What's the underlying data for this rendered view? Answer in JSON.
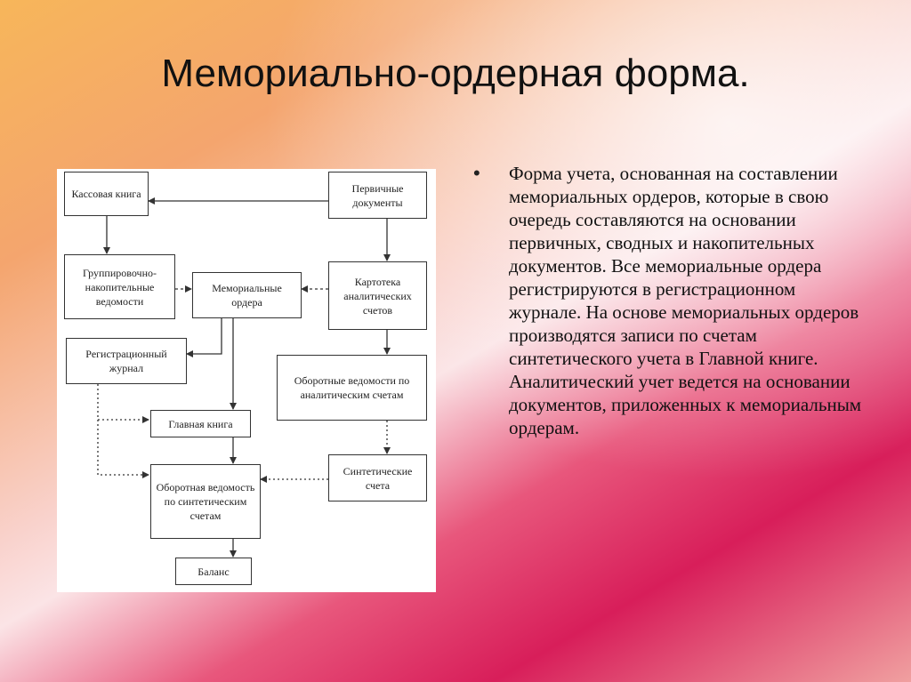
{
  "slide": {
    "title": "Мемориально-ордерная форма.",
    "bullet_text": "Форма учета, основанная на составлении мемориальных ордеров, которые в свою очередь составляются на основании первичных, сводных и накопительных документов. Все мемориальные ордера регистрируются в регистрационном журнале. На основе мемориальных ордеров производятся записи по счетам синтетического учета в Главной книге. Аналитический учет ведется на основании документов, приложенных к мемориальным ордерам."
  },
  "diagram": {
    "boxes": {
      "cash_book": "Кассовая книга",
      "primary_docs": "Первичные документы",
      "grouping_sheets": "Группировочно-накопительные ведомости",
      "memorial_orders": "Мемориальные ордера",
      "analytic_cards": "Картотека аналитических счетов",
      "registration_journal": "Регистрационный журнал",
      "analytic_turnover": "Оборотные ведомости по аналитическим счетам",
      "general_ledger": "Главная книга",
      "synthetic_accounts": "Синтетические счета",
      "synthetic_turnover": "Оборотная ведомость по синтетическим счетам",
      "balance": "Баланс"
    }
  }
}
